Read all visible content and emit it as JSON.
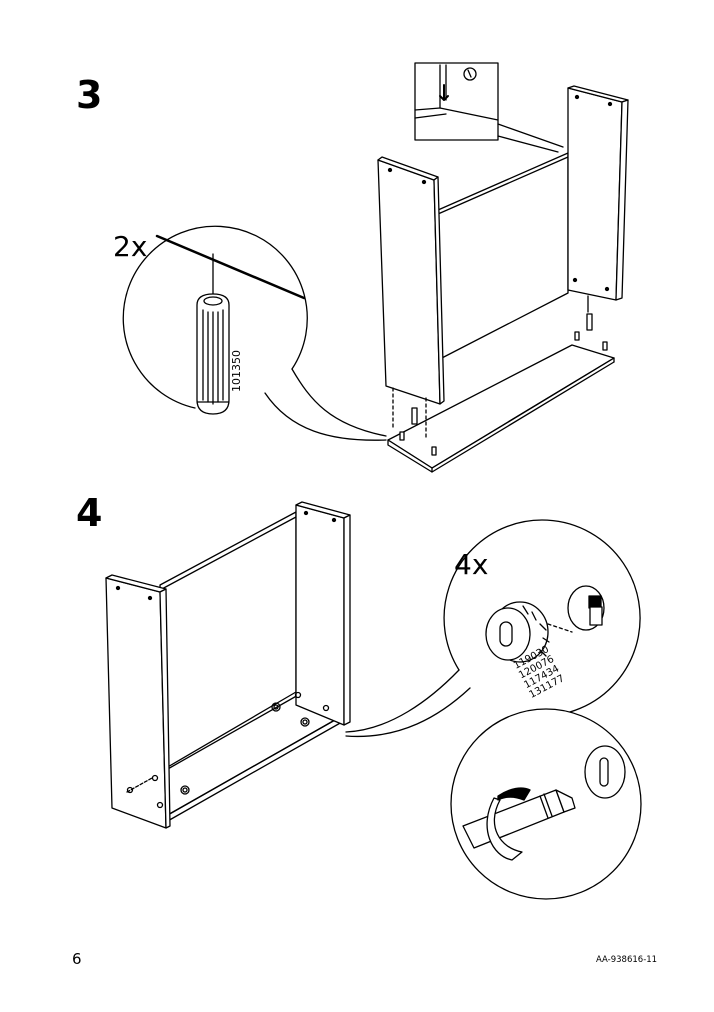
{
  "steps": [
    {
      "number": "3",
      "callout": {
        "quantity": "2x",
        "part_number": "101350"
      }
    },
    {
      "number": "4",
      "callout": {
        "quantity": "4x",
        "part_numbers": [
          "119030",
          "120076",
          "117434",
          "131177"
        ]
      }
    }
  ],
  "footer": {
    "page_number": "6",
    "doc_id": "AA-938616-11"
  },
  "icons": [
    "wooden-dowel-icon",
    "cam-lock-icon",
    "screwdriver-icon",
    "cam-stud-icon"
  ]
}
